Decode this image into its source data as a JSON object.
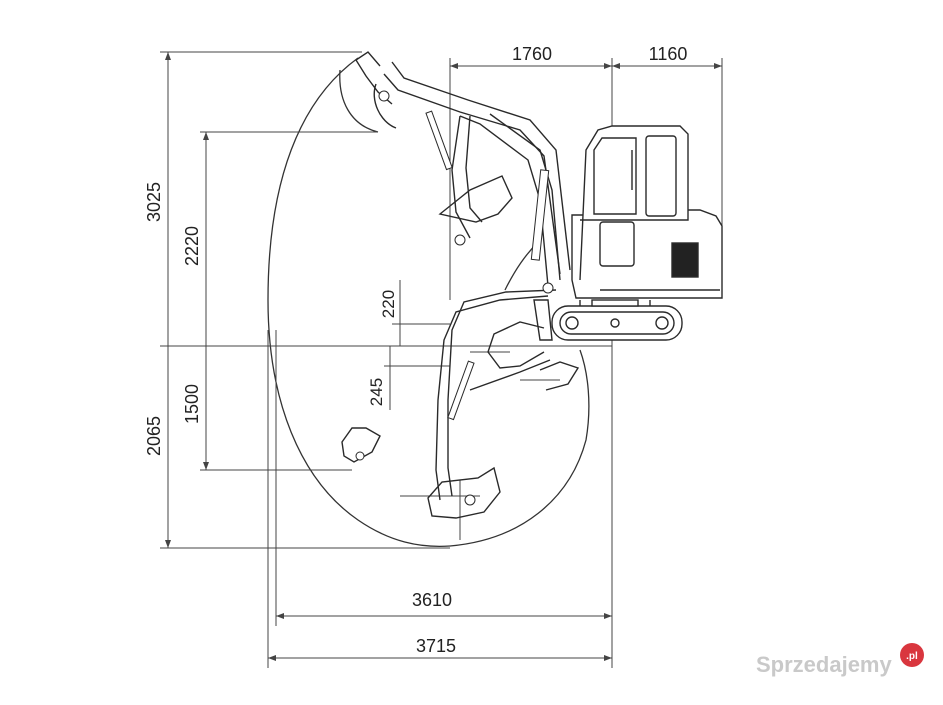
{
  "diagram": {
    "dimensions": {
      "top_boom_reach": "1760",
      "top_tail": "1160",
      "max_dig_height": "3025",
      "max_dump_height": "2220",
      "blade_lift": "220",
      "blade_drop": "245",
      "vertical_wall_dig_depth": "1500",
      "max_dig_depth": "2065",
      "ground_reach": "3610",
      "max_reach": "3715"
    }
  },
  "watermark": {
    "text": "Sprzedajemy",
    "badge": ".pl"
  },
  "colors": {
    "line": "#2a2a2a",
    "dimension": "#444444",
    "watermark": "#c9c9c9",
    "badge": "#d9363e"
  }
}
